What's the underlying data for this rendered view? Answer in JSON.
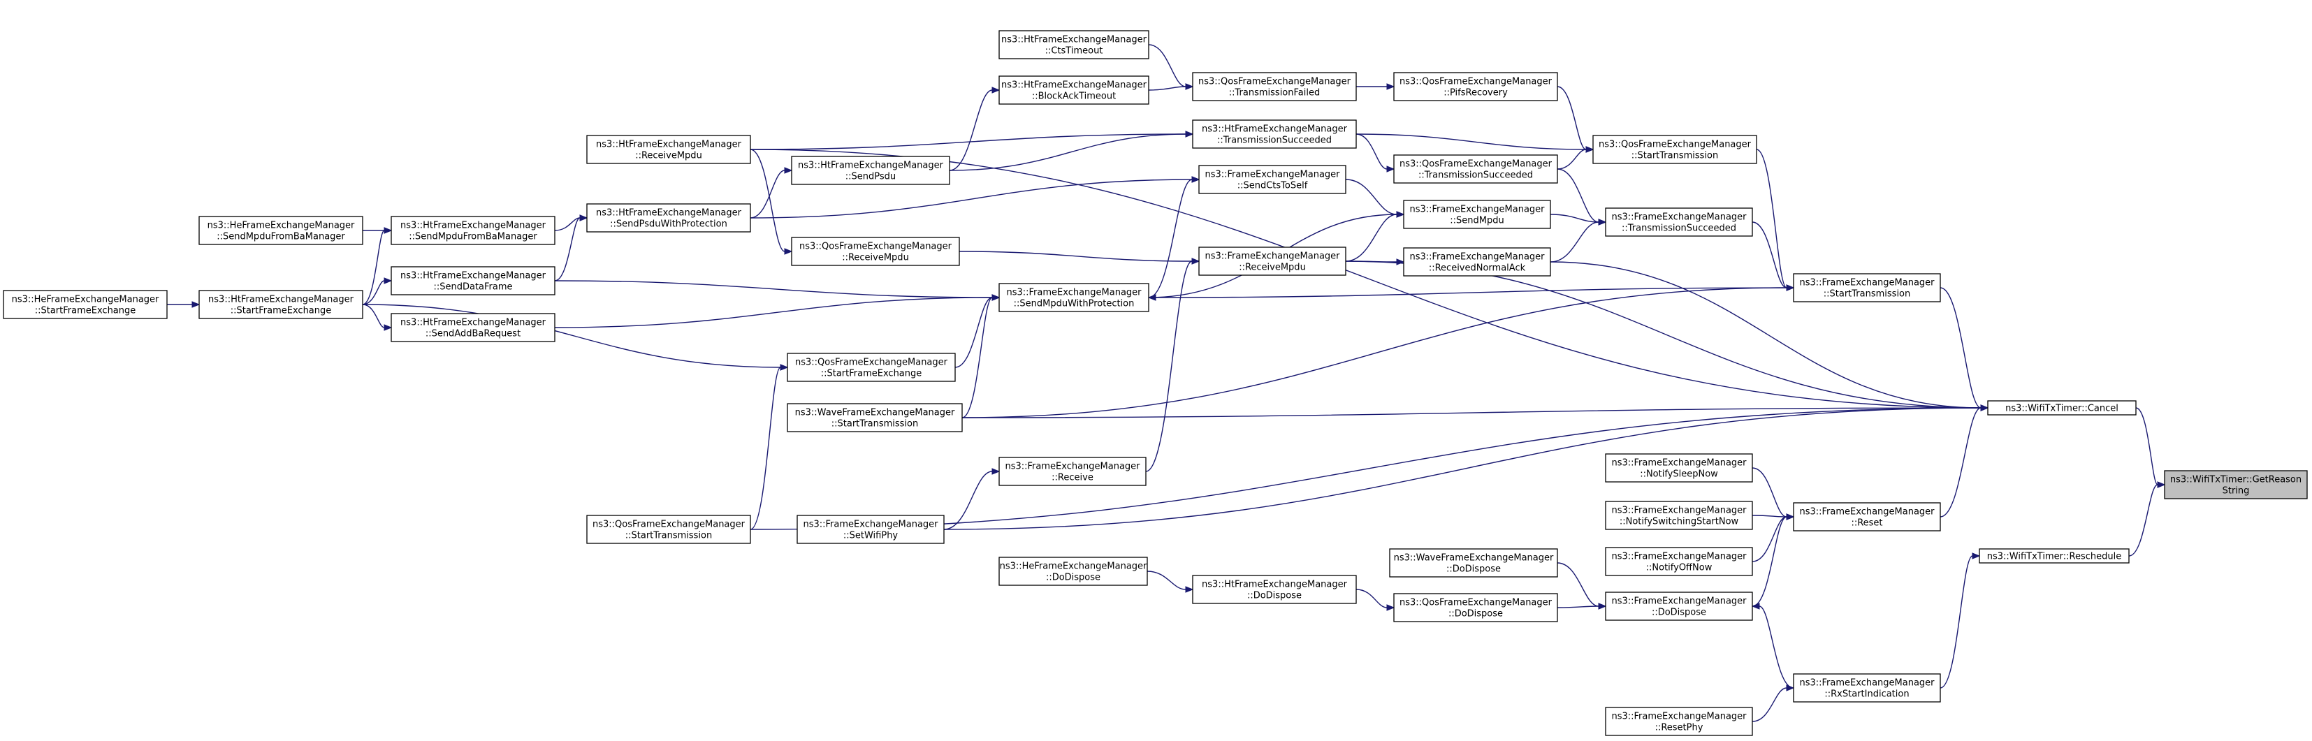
{
  "graph": {
    "title": "",
    "edge_color": "#191970",
    "root_fill": "#bfbfbf",
    "nodes": [
      {
        "id": "n_getreason",
        "lines": [
          "ns3::WifiTxTimer::GetReason",
          "String"
        ],
        "root": true
      },
      {
        "id": "n_cancel",
        "lines": [
          "ns3::WifiTxTimer::Cancel"
        ]
      },
      {
        "id": "n_reschedule",
        "lines": [
          "ns3::WifiTxTimer::Reschedule"
        ]
      },
      {
        "id": "n_fem_starttx",
        "lines": [
          "ns3::FrameExchangeManager",
          "::StartTransmission"
        ]
      },
      {
        "id": "n_fem_reset",
        "lines": [
          "ns3::FrameExchangeManager",
          "::Reset"
        ]
      },
      {
        "id": "n_fem_dodispose",
        "lines": [
          "ns3::FrameExchangeManager",
          "::DoDispose"
        ]
      },
      {
        "id": "n_fem_rxstart",
        "lines": [
          "ns3::FrameExchangeManager",
          "::RxStartIndication"
        ]
      },
      {
        "id": "n_fem_resetphy",
        "lines": [
          "ns3::FrameExchangeManager",
          "::ResetPhy"
        ]
      },
      {
        "id": "n_fem_notifysleep",
        "lines": [
          "ns3::FrameExchangeManager",
          "::NotifySleepNow"
        ]
      },
      {
        "id": "n_fem_notifyswitch",
        "lines": [
          "ns3::FrameExchangeManager",
          "::NotifySwitchingStartNow"
        ]
      },
      {
        "id": "n_fem_notifyoff",
        "lines": [
          "ns3::FrameExchangeManager",
          "::NotifyOffNow"
        ]
      },
      {
        "id": "n_qfem_starttx",
        "lines": [
          "ns3::QosFrameExchangeManager",
          "::StartTransmission"
        ]
      },
      {
        "id": "n_fem_txsucc",
        "lines": [
          "ns3::FrameExchangeManager",
          "::TransmissionSucceeded"
        ]
      },
      {
        "id": "n_qfem_pifs",
        "lines": [
          "ns3::QosFrameExchangeManager",
          "::PifsRecovery"
        ]
      },
      {
        "id": "n_qfem_txsucc",
        "lines": [
          "ns3::QosFrameExchangeManager",
          "::TransmissionSucceeded"
        ]
      },
      {
        "id": "n_fem_sendmpdu",
        "lines": [
          "ns3::FrameExchangeManager",
          "::SendMpdu"
        ]
      },
      {
        "id": "n_fem_rxnormalack",
        "lines": [
          "ns3::FrameExchangeManager",
          "::ReceivedNormalAck"
        ]
      },
      {
        "id": "n_wfem_dodispose",
        "lines": [
          "ns3::WaveFrameExchangeManager",
          "::DoDispose"
        ]
      },
      {
        "id": "n_qfem_dodispose",
        "lines": [
          "ns3::QosFrameExchangeManager",
          "::DoDispose"
        ]
      },
      {
        "id": "n_htfem_ctstimeout",
        "lines": [
          "ns3::HtFrameExchangeManager",
          "::CtsTimeout"
        ]
      },
      {
        "id": "n_qfem_txfailed",
        "lines": [
          "ns3::QosFrameExchangeManager",
          "::TransmissionFailed"
        ]
      },
      {
        "id": "n_htfem_blockacktimeout",
        "lines": [
          "ns3::HtFrameExchangeManager",
          "::BlockAckTimeout"
        ]
      },
      {
        "id": "n_htfem_txsucc",
        "lines": [
          "ns3::HtFrameExchangeManager",
          "::TransmissionSucceeded"
        ]
      },
      {
        "id": "n_fem_sendctstoself",
        "lines": [
          "ns3::FrameExchangeManager",
          "::SendCtsToSelf"
        ]
      },
      {
        "id": "n_fem_receivempdu",
        "lines": [
          "ns3::FrameExchangeManager",
          "::ReceiveMpdu"
        ]
      },
      {
        "id": "n_fem_sendmpduwithprot",
        "lines": [
          "ns3::FrameExchangeManager",
          "::SendMpduWithProtection"
        ]
      },
      {
        "id": "n_fem_receive",
        "lines": [
          "ns3::FrameExchangeManager",
          "::Receive"
        ]
      },
      {
        "id": "n_fem_setwifiphy",
        "lines": [
          "ns3::FrameExchangeManager",
          "::SetWifiPhy"
        ]
      },
      {
        "id": "n_hefem_dodispose",
        "lines": [
          "ns3::HeFrameExchangeManager",
          "::DoDispose"
        ]
      },
      {
        "id": "n_htfem_dodispose",
        "lines": [
          "ns3::HtFrameExchangeManager",
          "::DoDispose"
        ]
      },
      {
        "id": "n_htfem_sendpsdu",
        "lines": [
          "ns3::HtFrameExchangeManager",
          "::SendPsdu"
        ]
      },
      {
        "id": "n_qfem_receivempdu",
        "lines": [
          "ns3::QosFrameExchangeManager",
          "::ReceiveMpdu"
        ]
      },
      {
        "id": "n_qfem_startframeex",
        "lines": [
          "ns3::QosFrameExchangeManager",
          "::StartFrameExchange"
        ]
      },
      {
        "id": "n_wavefem_starttx",
        "lines": [
          "ns3::WaveFrameExchangeManager",
          "::StartTransmission"
        ]
      },
      {
        "id": "n_htfem_receivempdu",
        "lines": [
          "ns3::HtFrameExchangeManager",
          "::ReceiveMpdu"
        ]
      },
      {
        "id": "n_htfem_sendpsduwithprot",
        "lines": [
          "ns3::HtFrameExchangeManager",
          "::SendPsduWithProtection"
        ]
      },
      {
        "id": "n_htfem_senddataframe",
        "lines": [
          "ns3::HtFrameExchangeManager",
          "::SendDataFrame"
        ]
      },
      {
        "id": "n_htfem_sendaddba",
        "lines": [
          "ns3::HtFrameExchangeManager",
          "::SendAddBaRequest"
        ]
      },
      {
        "id": "n_htfem_sendmpdufromba",
        "lines": [
          "ns3::HtFrameExchangeManager",
          "::SendMpduFromBaManager"
        ]
      },
      {
        "id": "n_hefem_sendmpdufromba",
        "lines": [
          "ns3::HeFrameExchangeManager",
          "::SendMpduFromBaManager"
        ]
      },
      {
        "id": "n_htfem_startframeex",
        "lines": [
          "ns3::HtFrameExchangeManager",
          "::StartFrameExchange"
        ]
      },
      {
        "id": "n_hefem_startframeex",
        "lines": [
          "ns3::HeFrameExchangeManager",
          "::StartFrameExchange"
        ]
      },
      {
        "id": "n_qfem_starttx2",
        "lines": [
          "ns3::QosFrameExchangeManager",
          "::StartTransmission"
        ]
      }
    ],
    "edges": [
      {
        "from": "n_cancel",
        "to": "n_getreason"
      },
      {
        "from": "n_reschedule",
        "to": "n_getreason"
      },
      {
        "from": "n_fem_starttx",
        "to": "n_cancel"
      },
      {
        "from": "n_fem_reset",
        "to": "n_cancel"
      },
      {
        "from": "n_fem_rxnormalack",
        "to": "n_cancel"
      },
      {
        "from": "n_fem_receivempdu",
        "to": "n_cancel"
      },
      {
        "from": "n_fem_setwifiphy",
        "to": "n_cancel"
      },
      {
        "from": "n_qfem_starttx2",
        "to": "n_cancel"
      },
      {
        "from": "n_htfem_receivempdu",
        "to": "n_cancel"
      },
      {
        "from": "n_wavefem_starttx",
        "to": "n_cancel"
      },
      {
        "from": "n_fem_rxstart",
        "to": "n_reschedule"
      },
      {
        "from": "n_qfem_starttx",
        "to": "n_fem_starttx"
      },
      {
        "from": "n_fem_txsucc",
        "to": "n_fem_starttx"
      },
      {
        "from": "n_wavefem_starttx",
        "to": "n_fem_starttx"
      },
      {
        "from": "n_fem_notifysleep",
        "to": "n_fem_reset"
      },
      {
        "from": "n_fem_notifyswitch",
        "to": "n_fem_reset"
      },
      {
        "from": "n_fem_notifyoff",
        "to": "n_fem_reset"
      },
      {
        "from": "n_fem_dodispose",
        "to": "n_fem_reset"
      },
      {
        "from": "n_fem_rxstart",
        "to": "n_fem_dodispose"
      },
      {
        "from": "n_wfem_dodispose",
        "to": "n_fem_dodispose"
      },
      {
        "from": "n_qfem_dodispose",
        "to": "n_fem_dodispose"
      },
      {
        "from": "n_fem_resetphy",
        "to": "n_fem_rxstart"
      },
      {
        "from": "n_fem_starttx",
        "to": "n_fem_sendmpduwithprot"
      },
      {
        "from": "n_qfem_pifs",
        "to": "n_qfem_starttx"
      },
      {
        "from": "n_qfem_txsucc",
        "to": "n_qfem_starttx"
      },
      {
        "from": "n_htfem_txsucc",
        "to": "n_qfem_starttx"
      },
      {
        "from": "n_qfem_txsucc",
        "to": "n_fem_txsucc"
      },
      {
        "from": "n_fem_sendmpdu",
        "to": "n_fem_txsucc"
      },
      {
        "from": "n_fem_rxnormalack",
        "to": "n_fem_txsucc"
      },
      {
        "from": "n_htfem_txsucc",
        "to": "n_qfem_txsucc"
      },
      {
        "from": "n_fem_sendctstoself",
        "to": "n_fem_sendmpdu"
      },
      {
        "from": "n_fem_receivempdu",
        "to": "n_fem_sendmpdu"
      },
      {
        "from": "n_fem_sendmpduwithprot",
        "to": "n_fem_sendmpdu"
      },
      {
        "from": "n_fem_receivempdu",
        "to": "n_fem_rxnormalack"
      },
      {
        "from": "n_htfem_dodispose",
        "to": "n_qfem_dodispose"
      },
      {
        "from": "n_hefem_dodispose",
        "to": "n_htfem_dodispose"
      },
      {
        "from": "n_qfem_txfailed",
        "to": "n_qfem_pifs"
      },
      {
        "from": "n_htfem_ctstimeout",
        "to": "n_qfem_txfailed"
      },
      {
        "from": "n_htfem_blockacktimeout",
        "to": "n_qfem_txfailed"
      },
      {
        "from": "n_htfem_sendpsdu",
        "to": "n_htfem_blockacktimeout"
      },
      {
        "from": "n_htfem_sendpsdu",
        "to": "n_htfem_txsucc"
      },
      {
        "from": "n_htfem_receivempdu",
        "to": "n_htfem_txsucc"
      },
      {
        "from": "n_fem_sendmpduwithprot",
        "to": "n_fem_sendctstoself"
      },
      {
        "from": "n_htfem_sendpsduwithprot",
        "to": "n_fem_sendctstoself"
      },
      {
        "from": "n_fem_receive",
        "to": "n_fem_receivempdu"
      },
      {
        "from": "n_qfem_receivempdu",
        "to": "n_fem_receivempdu"
      },
      {
        "from": "n_qfem_startframeex",
        "to": "n_fem_sendmpduwithprot"
      },
      {
        "from": "n_wavefem_starttx",
        "to": "n_fem_sendmpduwithprot"
      },
      {
        "from": "n_htfem_senddataframe",
        "to": "n_fem_sendmpduwithprot"
      },
      {
        "from": "n_htfem_sendaddba",
        "to": "n_fem_sendmpduwithprot"
      },
      {
        "from": "n_fem_setwifiphy",
        "to": "n_fem_receive"
      },
      {
        "from": "n_htfem_sendpsduwithprot",
        "to": "n_htfem_sendpsdu"
      },
      {
        "from": "n_htfem_receivempdu",
        "to": "n_qfem_receivempdu"
      },
      {
        "from": "n_qfem_starttx2",
        "to": "n_qfem_startframeex"
      },
      {
        "from": "n_htfem_startframeex",
        "to": "n_qfem_startframeex"
      },
      {
        "from": "n_htfem_sendmpdufromba",
        "to": "n_htfem_sendpsduwithprot"
      },
      {
        "from": "n_htfem_senddataframe",
        "to": "n_htfem_sendpsduwithprot"
      },
      {
        "from": "n_htfem_startframeex",
        "to": "n_htfem_sendmpdufromba"
      },
      {
        "from": "n_hefem_sendmpdufromba",
        "to": "n_htfem_sendmpdufromba"
      },
      {
        "from": "n_htfem_startframeex",
        "to": "n_htfem_senddataframe"
      },
      {
        "from": "n_htfem_startframeex",
        "to": "n_htfem_sendaddba"
      },
      {
        "from": "n_hefem_startframeex",
        "to": "n_htfem_startframeex"
      }
    ]
  }
}
